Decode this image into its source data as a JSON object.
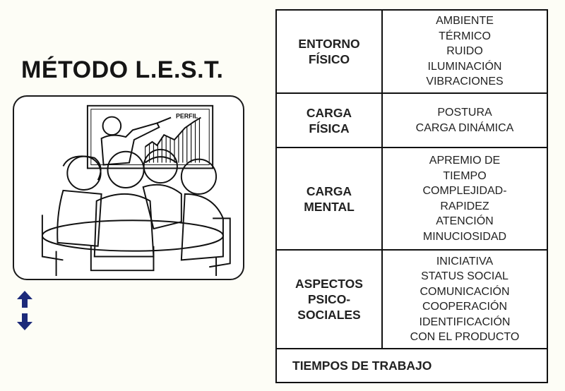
{
  "title": "MÉTODO L.E.S.T.",
  "illustration": {
    "description": "Group of people around a table with presenter pointing at chart",
    "chart_label": "PERFIL"
  },
  "nav_arrows": {
    "icon": "up-down-arrows-icon",
    "color": "#1c2a7a"
  },
  "table": {
    "rows": [
      {
        "factor": [
          "ENTORNO",
          "FÍSICO"
        ],
        "items": [
          "AMBIENTE",
          "TÉRMICO",
          "RUIDO",
          "ILUMINACIÓN",
          "VIBRACIONES"
        ]
      },
      {
        "factor": [
          "CARGA",
          "FÍSICA"
        ],
        "items": [
          "POSTURA",
          "CARGA DINÁMICA"
        ]
      },
      {
        "factor": [
          "CARGA",
          "MENTAL"
        ],
        "items": [
          "APREMIO DE",
          "TIEMPO",
          "COMPLEJIDAD-",
          "RAPIDEZ",
          "ATENCIÓN",
          "MINUCIOSIDAD"
        ]
      },
      {
        "factor": [
          "ASPECTOS",
          "PSICO-",
          "SOCIALES"
        ],
        "items": [
          "INICIATIVA",
          "STATUS SOCIAL",
          "COMUNICACIÓN",
          "COOPERACIÓN",
          "IDENTIFICACIÓN",
          "CON EL PRODUCTO"
        ]
      }
    ],
    "footer": "TIEMPOS DE TRABAJO"
  }
}
